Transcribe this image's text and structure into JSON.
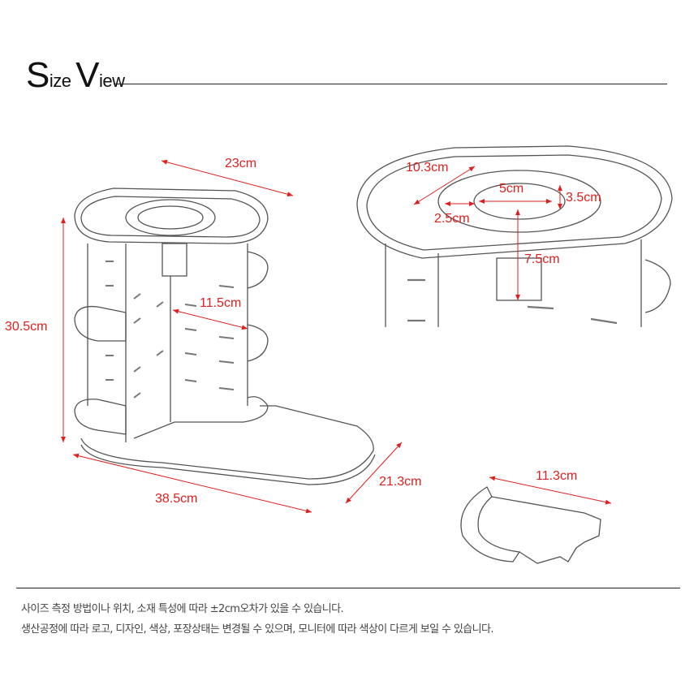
{
  "title": {
    "s_letter": "S",
    "ize": "ize ",
    "v_letter": "V",
    "iew": "iew"
  },
  "dimensions": {
    "width_top": "23cm",
    "height": "30.5cm",
    "inner_width": "11.5cm",
    "base_length": "38.5cm",
    "base_depth": "21.3cm",
    "top_tray": "10.3cm",
    "center_cup": "5cm",
    "cup_height": "3.5cm",
    "compartment": "2.5cm",
    "column_height": "7.5cm",
    "shelf_width": "11.3cm"
  },
  "colors": {
    "dimension": "#e0201e",
    "drawing": "#555555"
  },
  "notes": [
    "사이즈 측정 방법이나 위치, 소재 특성에 따라 ±2cm오차가 있을 수 있습니다.",
    "생산공정에 따라 로고, 디자인, 색상, 포장상태는 변경될 수 있으며, 모니터에 따라 색상이 다르게 보일 수 있습니다."
  ]
}
